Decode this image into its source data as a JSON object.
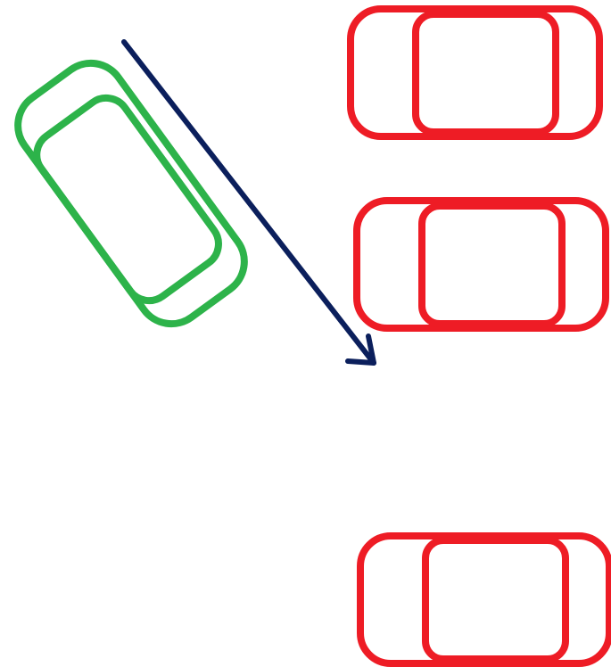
{
  "diagram": {
    "kind": "parking-maneuver",
    "colors": {
      "background": "#ffffff",
      "moving_car": "#2db34a",
      "parked_cars": "#ee1c25",
      "arrow": "#0b1f5c"
    },
    "cars": [
      {
        "id": "moving-car",
        "role": "maneuvering",
        "color_key": "moving_car",
        "heading": "diagonal-down-right"
      },
      {
        "id": "parked-car-1",
        "role": "parked",
        "color_key": "parked_cars",
        "heading": "horizontal"
      },
      {
        "id": "parked-car-2",
        "role": "parked",
        "color_key": "parked_cars",
        "heading": "horizontal"
      },
      {
        "id": "parked-car-3",
        "role": "parked",
        "color_key": "parked_cars",
        "heading": "horizontal"
      }
    ],
    "arrow": {
      "id": "motion-arrow",
      "color_key": "arrow",
      "direction": "down-right"
    }
  }
}
